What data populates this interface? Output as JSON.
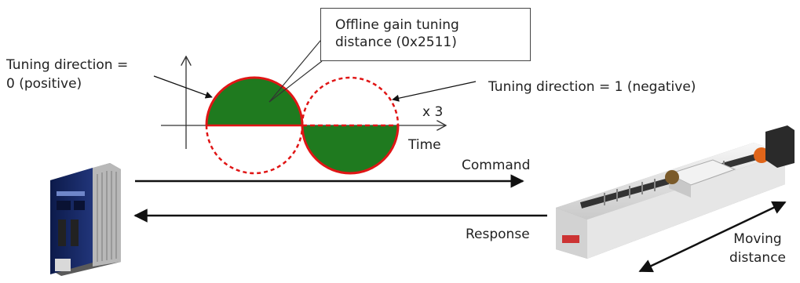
{
  "callout": {
    "line1": "Offline gain tuning",
    "line2": "distance (0x2511)"
  },
  "left_direction": {
    "line1": "Tuning direction =",
    "line2": "0 (positive)"
  },
  "right_direction": "Tuning direction = 1 (negative)",
  "repeat_count": "x 3",
  "time_axis": "Time",
  "command": "Command",
  "response": "Response",
  "moving_distance": {
    "line1": "Moving",
    "line2": "distance"
  },
  "colors": {
    "fill": "#1f7a1f",
    "outline": "#e01515",
    "arrow": "#111111"
  },
  "icons": [
    "servo-drive-icon",
    "linear-actuator-icon"
  ]
}
